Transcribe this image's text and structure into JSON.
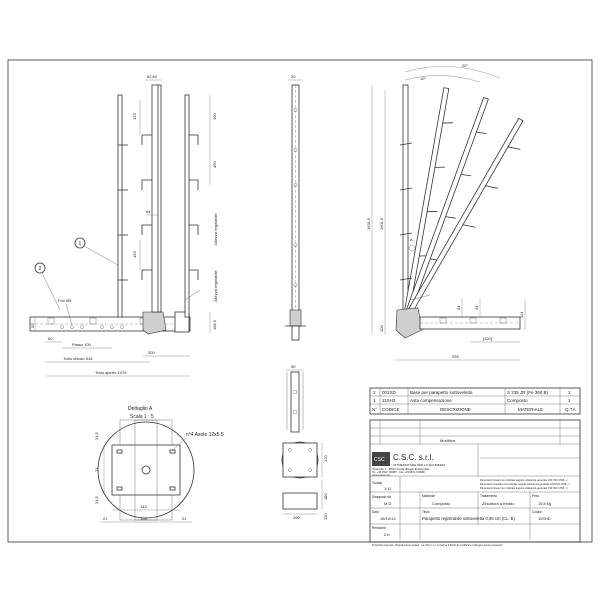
{
  "dimensions": {
    "top_width": "62,60",
    "h153": "153",
    "h190": "190",
    "h450": "450",
    "w64": "64",
    "h153b": "153",
    "h1601": "1601,5",
    "h1631": "1631,5",
    "w30a": "30",
    "w30b": "30",
    "h100": "100",
    "h54a": "54",
    "h54b": "54",
    "h50": "50",
    "w60": "60",
    "w200": "200",
    "w420": "[420]",
    "w935": "935",
    "h114": "114",
    "h168": "168,5",
    "ang10": "10°",
    "ang20": "20°",
    "d120a": "120",
    "d120b": "120",
    "d180": "180",
    "d24a": "24,5",
    "d71": "71",
    "d24b": "24,5",
    "d21a": "21",
    "d154": "154",
    "d21b": "21",
    "d143": "143",
    "d200b": "200"
  },
  "labels": {
    "fori": "Fori Ø9",
    "passo": "Passo 100",
    "chiuso": "Tutto chiuso 516",
    "aperto": "Tutto aperto 1076",
    "altezza": "Altezza regolabile",
    "callout1": "1",
    "callout2": "2",
    "dettaglio": "Dettaglio A",
    "scala": "Scala 1 : 5",
    "asole": "n°4 Asole 12x5.5",
    "dett_a": "A"
  },
  "bom": {
    "rows": [
      [
        "2",
        "001SD",
        "Base per parapetto sottoveletta",
        "S 235 JR (Fe 360 B)",
        "1"
      ],
      [
        "1",
        "11SH2",
        "Asta compensazione",
        "Composto",
        "1"
      ]
    ],
    "header": [
      "N°",
      "CODICE",
      "DESCRIZIONE",
      "MATERIALE",
      "Q.TÀ"
    ]
  },
  "titleblock": {
    "company": "C.S.C. s.r.l.",
    "company_sub": "ATTREZZATURE PER LA SICUREZZA",
    "address": "Via Emilia, 1 - 40011 Anzola (Reggio Emilia) Italia",
    "tel": "Tel. +39 0522 700987 · Fax +39 0522 700988",
    "web": "www.cscsrl.com",
    "logo_text": "CSC",
    "scala_label": "Scala",
    "scala_val": "1:11",
    "disegnato_label": "Disegnato da",
    "disegnato_val": "M.D.",
    "data_label": "Data",
    "data_val": "16/10/13",
    "revisione_label": "Revisione",
    "revisione_val": "0.b",
    "materiale_label": "Materiale",
    "materiale_val": "Composto",
    "trattamento_label": "Trattamento",
    "trattamento_val": "Zincatura a freddo",
    "peso_label": "Peso",
    "peso_val": "15,5 kg",
    "titolo_label": "Titolo",
    "titolo_val": "Parapetto registrabile sottoveletta 0,65 cm (CL. B)",
    "codice_label": "Codice",
    "codice_val": "11SHD",
    "modifica_label": "Modifica",
    "note1": "Dimensioni lineari non indicate seguire tolleranza generale UNI ISO 2768 - c",
    "note2": "Dimensioni angolari non indicate seguire tolleranza generale UNI ISO 2768 - c",
    "note3": "Dimensioni lineari non indicate seguire tolleranza generale UNI ISO 2768 - c",
    "footer": "Proprietà riservata - Riproduzione vietata - La CSC s.r.l. si riserva il diritto di modificare il disegno senza preavviso"
  }
}
